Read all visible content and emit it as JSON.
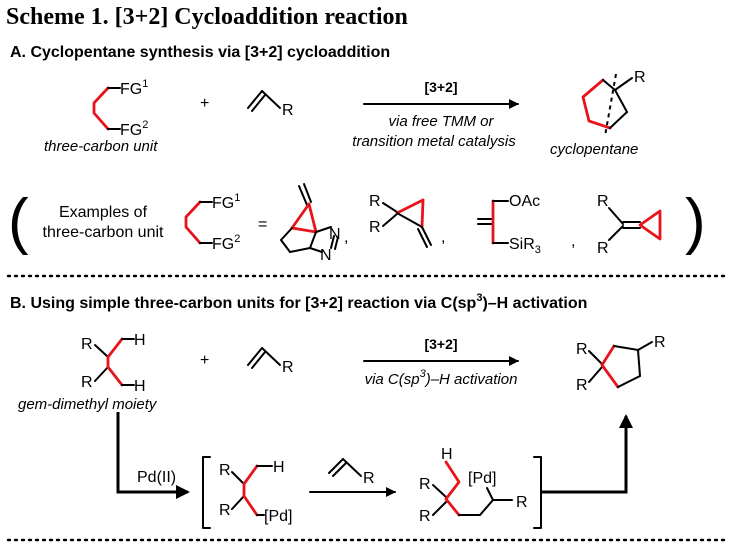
{
  "title": "Scheme 1. [3+2] Cycloaddition reaction",
  "sectionA": {
    "heading": "A. Cyclopentane synthesis via [3+2] cycloaddition",
    "fg1": "FG",
    "fg1_sup": "1",
    "fg2": "FG",
    "fg2_sup": "2",
    "unit_caption": "three-carbon unit",
    "plus": "+",
    "alkene_r": "R",
    "arrow_top": "[3+2]",
    "arrow_bottom_1": "via free TMM or",
    "arrow_bottom_2": "transition metal catalysis",
    "product_r": "R",
    "product_caption": "cyclopentane",
    "examples_open_paren": "(",
    "examples_close_paren": ")",
    "examples_label_1": "Examples of",
    "examples_label_2": "three-carbon unit",
    "equals": "=",
    "n1": "N",
    "n2": "N",
    "comma": ",",
    "cp_r1": "R",
    "cp_r2": "R",
    "oac": "OAc",
    "sir3": "SiR",
    "sir3_sub": "3",
    "ylid_r1": "R",
    "ylid_r2": "R"
  },
  "sectionB": {
    "heading_pre": "B. Using simple three-carbon units for [3+2] reaction via C(sp",
    "heading_sup": "3",
    "heading_post": ")–H activation",
    "gdm_r1": "R",
    "gdm_r2": "R",
    "gdm_h1": "H",
    "gdm_h2": "H",
    "gdm_caption": "gem-dimethyl moiety",
    "plus": "+",
    "alkene_r": "R",
    "arrow_top": "[3+2]",
    "arrow_bottom_pre": "via C(sp",
    "arrow_bottom_sup": "3",
    "arrow_bottom_post": ")–H activation",
    "prod_r1": "R",
    "prod_r2": "R",
    "prod_r3": "R",
    "pd_label": "Pd(II)",
    "pal_r1": "R",
    "pal_r2": "R",
    "pal_h": "H",
    "pal_pd": "[Pd]",
    "alk2_r": "R",
    "int_h": "H",
    "int_pd": "[Pd]",
    "int_r1": "R",
    "int_r2": "R",
    "int_r3": "R"
  }
}
